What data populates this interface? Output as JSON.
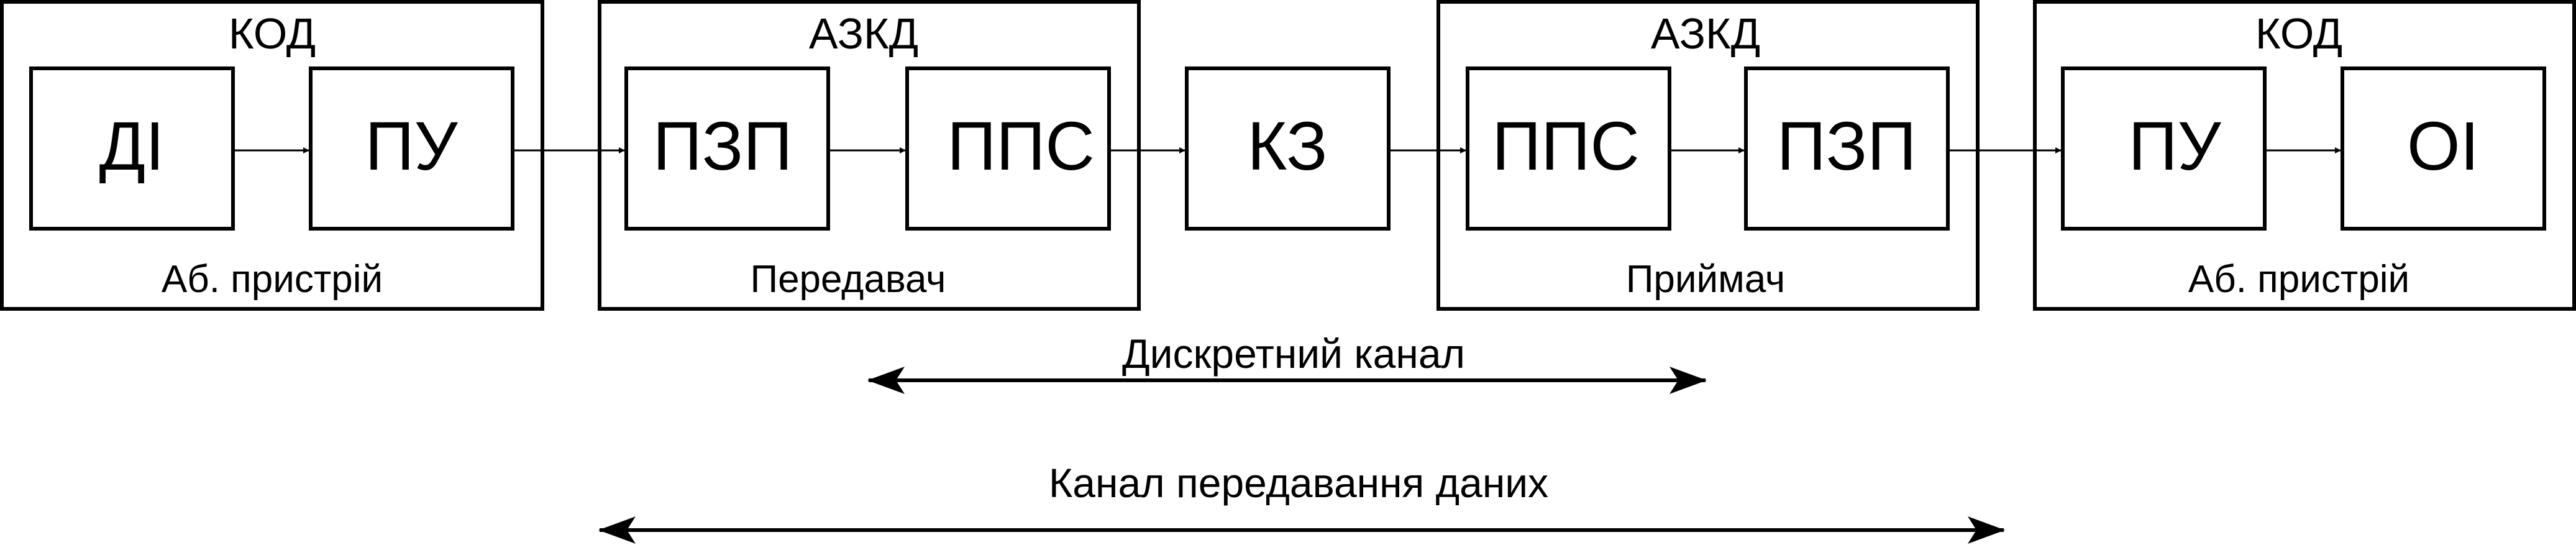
{
  "groups": {
    "kod_source": {
      "title": "КОД",
      "caption": "Аб. пристрій"
    },
    "azkd_tx": {
      "title": "АЗКД",
      "caption": "Передавач"
    },
    "azkd_rx": {
      "title": "АЗКД",
      "caption": "Приймач"
    },
    "kod_sink": {
      "title": "КОД",
      "caption": "Аб. пристрій"
    }
  },
  "blocks": {
    "di": "ДІ",
    "pu_source": "ПУ",
    "pzp_tx": "ПЗП",
    "pps_tx": "ППС",
    "kz": "КЗ",
    "pps_rx": "ППС",
    "pzp_rx": "ПЗП",
    "pu_sink": "ПУ",
    "oi": "ОІ"
  },
  "spans": {
    "discrete_channel": "Дискретний канал",
    "data_channel": "Канал передавання даних"
  }
}
